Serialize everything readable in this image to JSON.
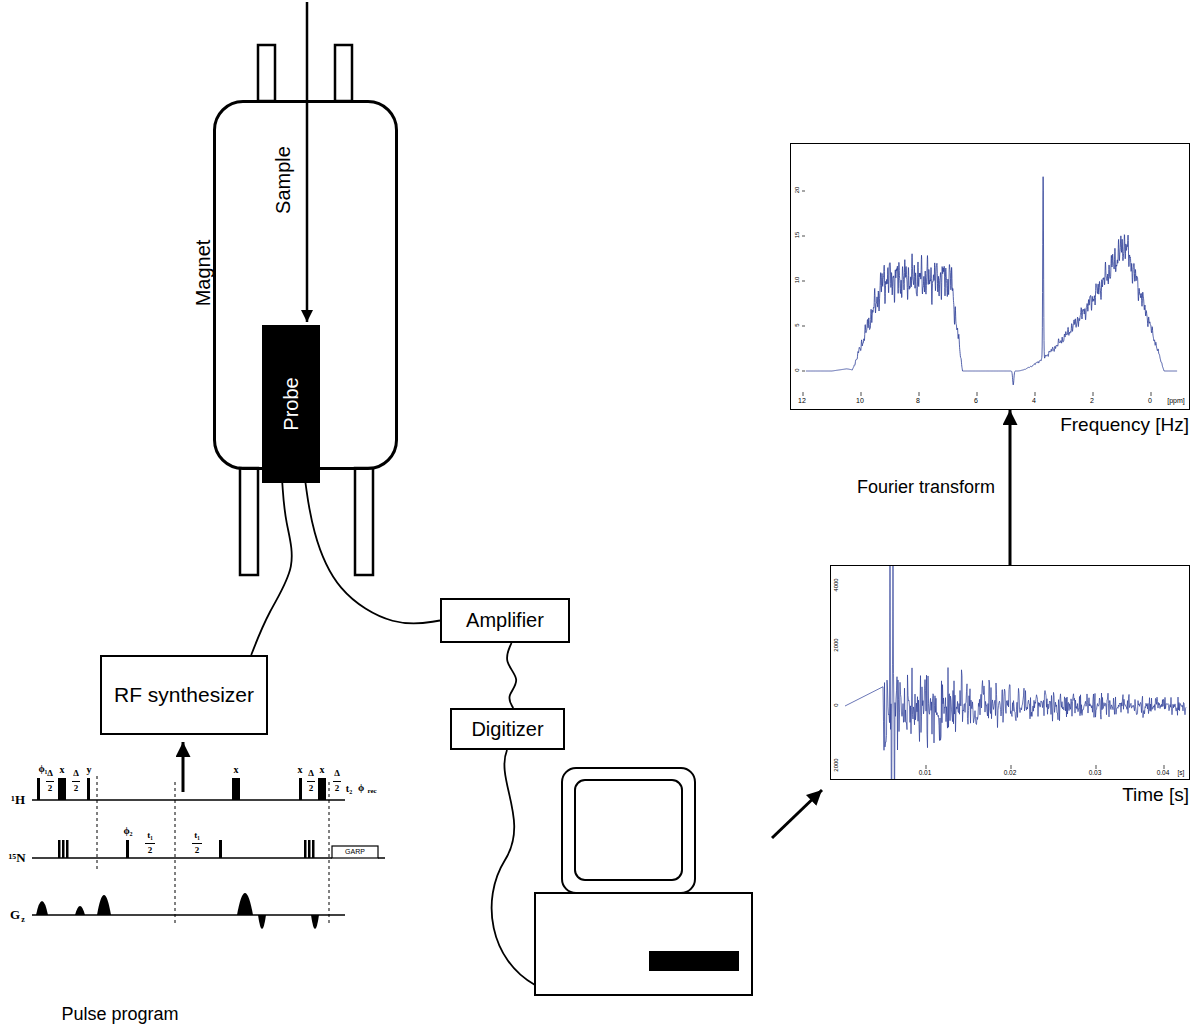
{
  "diagram": {
    "nodes": [
      {
        "text": [
          "Magnet"
        ]
      },
      {
        "text": [
          "Probe"
        ],
        "in": 0
      },
      {
        "text": [
          "Frequency [Hz]"
        ]
      },
      {
        "text": [
          "Time [s]"
        ]
      },
      {
        "text": [
          "Amplifier"
        ]
      },
      {
        "text": [
          "RF synthesizer"
        ]
      },
      {
        "text": [
          "Digitizer"
        ]
      }
    ],
    "edges": [
      {
        "from": 1,
        "to": 5,
        "arrow": "none"
      },
      {
        "from": 1,
        "to": 4,
        "arrow": "none"
      },
      {
        "from": 4,
        "to": 6,
        "arrow": "none"
      },
      {
        "from": 3,
        "to": 2,
        "arrow": "to",
        "label": "Fourier transform"
      }
    ],
    "labels": [
      "Sample",
      "¹H",
      "¹⁵N",
      "G",
      "z",
      "ϕ₁",
      "Δ",
      "2",
      "x",
      "Δ",
      "2",
      "y",
      "x",
      "x",
      "Δ",
      "2",
      "x",
      "Δ",
      "2",
      "t₂",
      "ϕ",
      "rec",
      "ϕ₂",
      "t₁",
      "2",
      "t₁",
      "2",
      "GARP",
      "Pulse program",
      "12",
      "10",
      "8",
      "6",
      "4",
      "2",
      "0",
      "[ppm]",
      "0",
      "5",
      "10",
      "15",
      "20",
      "0.01",
      "0.02",
      "0.03",
      "0.04",
      "[s]",
      "4000",
      "2000",
      "0",
      "2000"
    ]
  }
}
